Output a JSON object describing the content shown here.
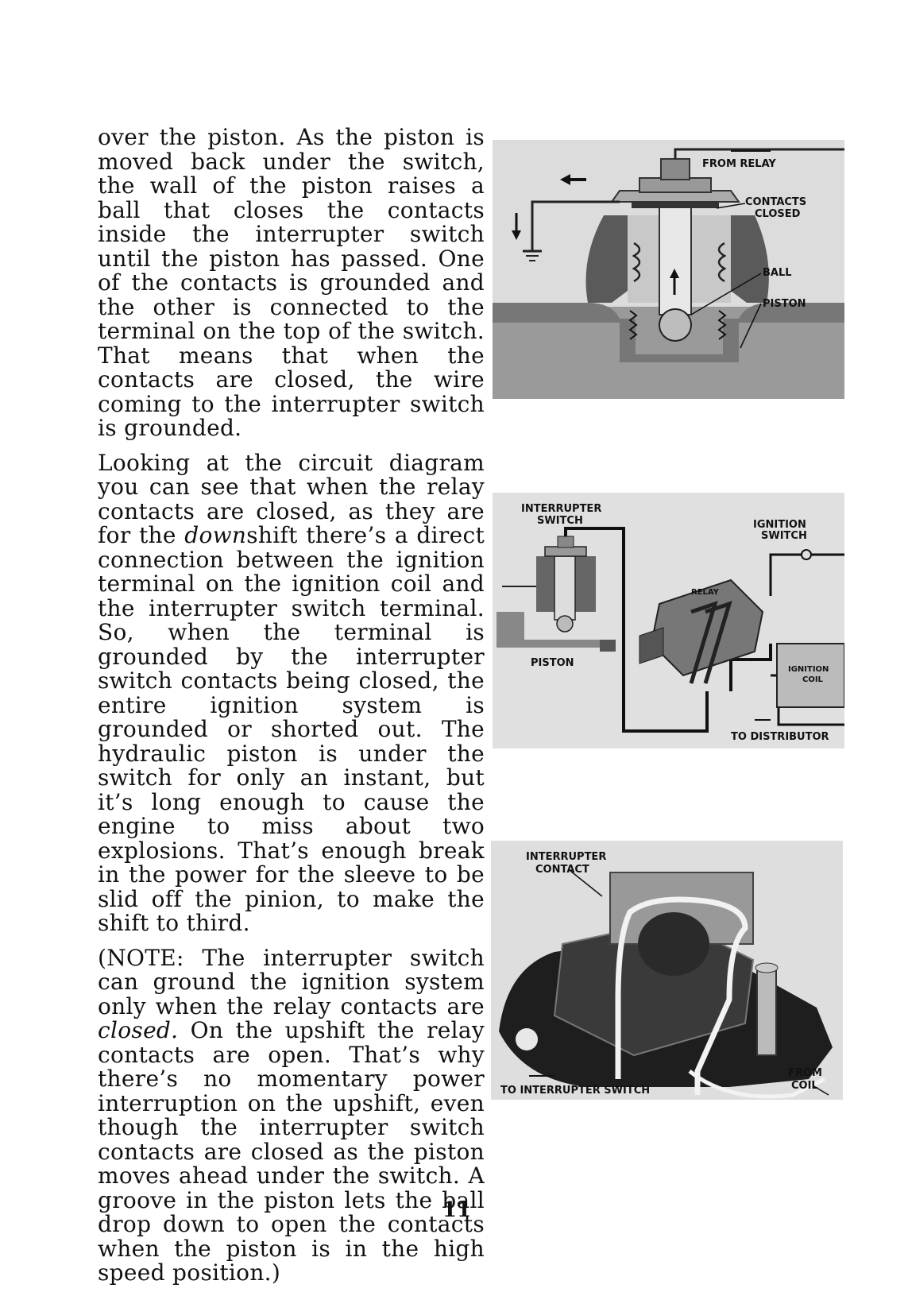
{
  "body": {
    "paragraphs": [
      {
        "segments": [
          {
            "text": "over the piston. As the piston is moved back under the switch, the wall of the piston raises a ball that closes the contacts inside the interrupter switch until the piston has passed. One of the contacts is grounded and the other is connected to the terminal on the top of the switch. That means that when the contacts are closed, the wire coming to the interrupter switch is grounded.",
            "italic": false
          }
        ]
      },
      {
        "segments": [
          {
            "text": "Looking at the circuit diagram you can see that when the relay contacts are closed, as they are for the ",
            "italic": false
          },
          {
            "text": "down",
            "italic": true
          },
          {
            "text": "shift there’s a direct connection between the ignition terminal on the ignition coil and the interrupter switch terminal. So, when the terminal is grounded by the interrupter switch contacts being closed, the entire ignition system is grounded or shorted out. The hydraulic piston is under the switch for only an instant, but it’s long enough to cause the engine to miss about two explosions. That’s enough break in the power for the sleeve to be slid off the pinion, to make the shift to third.",
            "italic": false
          }
        ]
      },
      {
        "segments": [
          {
            "text": "(NOTE: The interrupter switch can ground the ignition system only when the relay contacts are ",
            "italic": false
          },
          {
            "text": "closed.",
            "italic": true
          },
          {
            "text": " On the upshift the relay contacts are open. That’s why there’s no momentary power interruption on the upshift, even though the interrupter switch contacts are closed as the piston moves ahead under the switch. A groove in the piston lets the ball drop down to open the contacts when the piston is in the high speed position.)",
            "italic": false
          }
        ]
      }
    ]
  },
  "figure1": {
    "labels": {
      "from_relay": "FROM RELAY",
      "contacts": "CONTACTS",
      "closed": "CLOSED",
      "ball": "BALL",
      "piston": "PISTON"
    }
  },
  "figure2": {
    "labels": {
      "interrupter": "INTERRUPTER",
      "switch": "SWITCH",
      "ignition": "IGNITION",
      "ignition_switch": "SWITCH",
      "relay": "RELAY",
      "piston": "PISTON",
      "ignition_coil_1": "IGNITION",
      "ignition_coil_2": "COIL",
      "to_distributor": "TO DISTRIBUTOR"
    }
  },
  "figure3": {
    "labels": {
      "interrupter": "INTERRUPTER",
      "contact": "CONTACT",
      "to_interrupter_switch": "TO INTERRUPTER SWITCH",
      "from": "FROM",
      "coil": "COIL"
    }
  },
  "page_number": "11"
}
